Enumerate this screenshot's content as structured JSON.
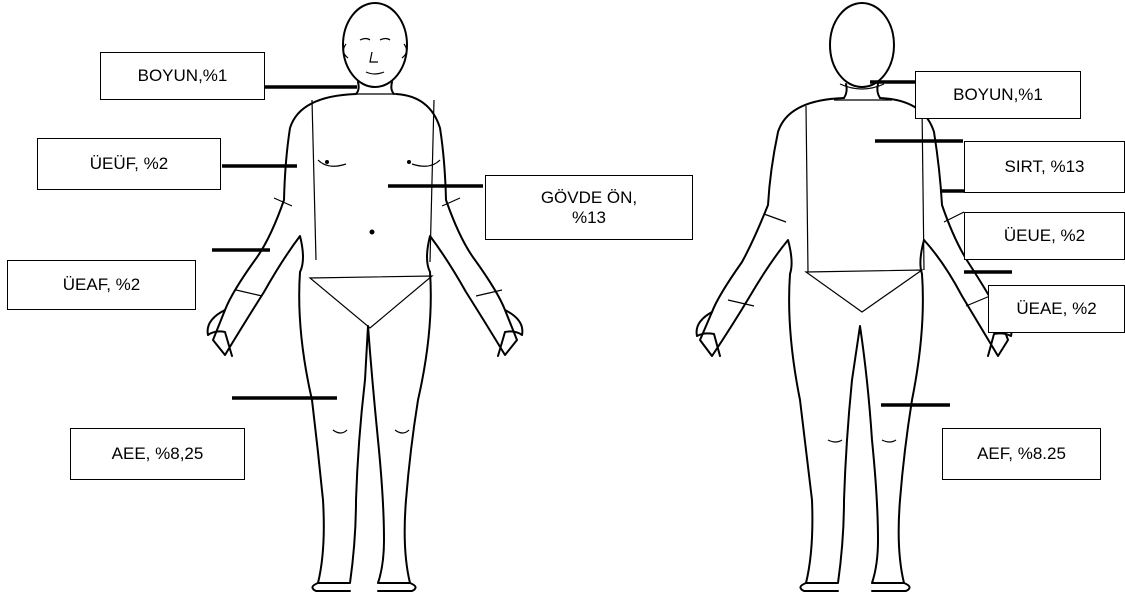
{
  "labels": {
    "front": {
      "neck": "BOYUN,%1",
      "upper_arm": "ÜEÜF, %2",
      "trunk_front_line1": "GÖVDE ÖN,",
      "trunk_front_line2": "%13",
      "forearm": "ÜEAF, %2",
      "leg": "AEE, %8,25"
    },
    "back": {
      "neck": "BOYUN,%1",
      "back": "SIRT, %13",
      "upper_arm": "ÜEUE, %2",
      "forearm": "ÜEAE, %2",
      "leg": "AEF, %8.25"
    }
  }
}
